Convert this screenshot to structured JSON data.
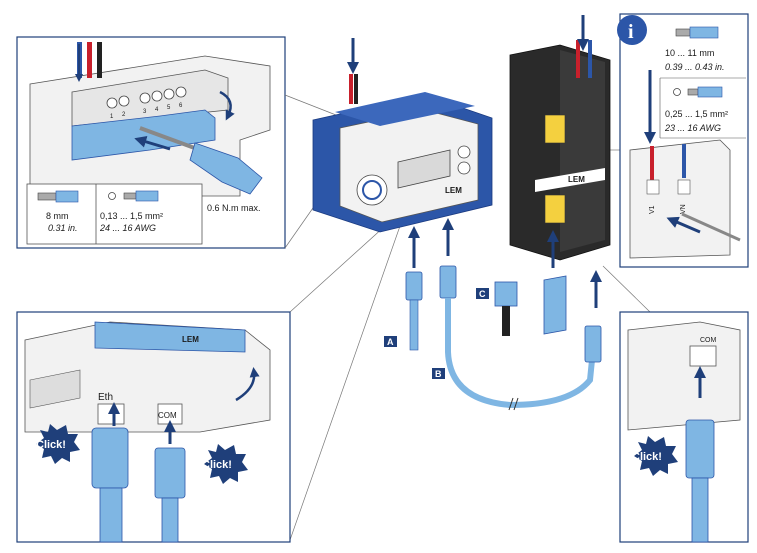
{
  "top_left_panel": {
    "strip_length_mm": "8 mm",
    "strip_length_in": "0.31 in.",
    "cross_section_mm2": "0,13 ... 1,5 mm²",
    "cross_section_awg": "24 ... 16 AWG",
    "terminal_numbers": [
      "1",
      "2",
      "3",
      "4",
      "5",
      "6"
    ],
    "torque": "0.6 N.m max."
  },
  "info_panel": {
    "info_symbol": "i",
    "strip_length_mm": "10 ... 11 mm",
    "strip_length_in": "0.39 ... 0.43 in.",
    "cross_section_mm2": "0,25 ... 1,5 mm²",
    "cross_section_awg": "23 ... 16 AWG",
    "terminal_labels": [
      "V1",
      "VN"
    ]
  },
  "device": {
    "brand": "LEM"
  },
  "connectors": {
    "label_a": "A",
    "label_b": "B",
    "label_c": "C"
  },
  "bottom_left_panel": {
    "port_eth": "Eth",
    "port_com": "COM",
    "brand": "LEM",
    "click_1": "Click!",
    "click_2": "Click!"
  },
  "bottom_right_panel": {
    "port_com": "COM",
    "click": "Click!"
  },
  "colors": {
    "device_blue": "#2c56a8",
    "cable_blue": "#7fb6e3",
    "badge_navy": "#1f3f7a",
    "wire_red": "#c8202c",
    "accent_yellow": "#f4d03f"
  }
}
